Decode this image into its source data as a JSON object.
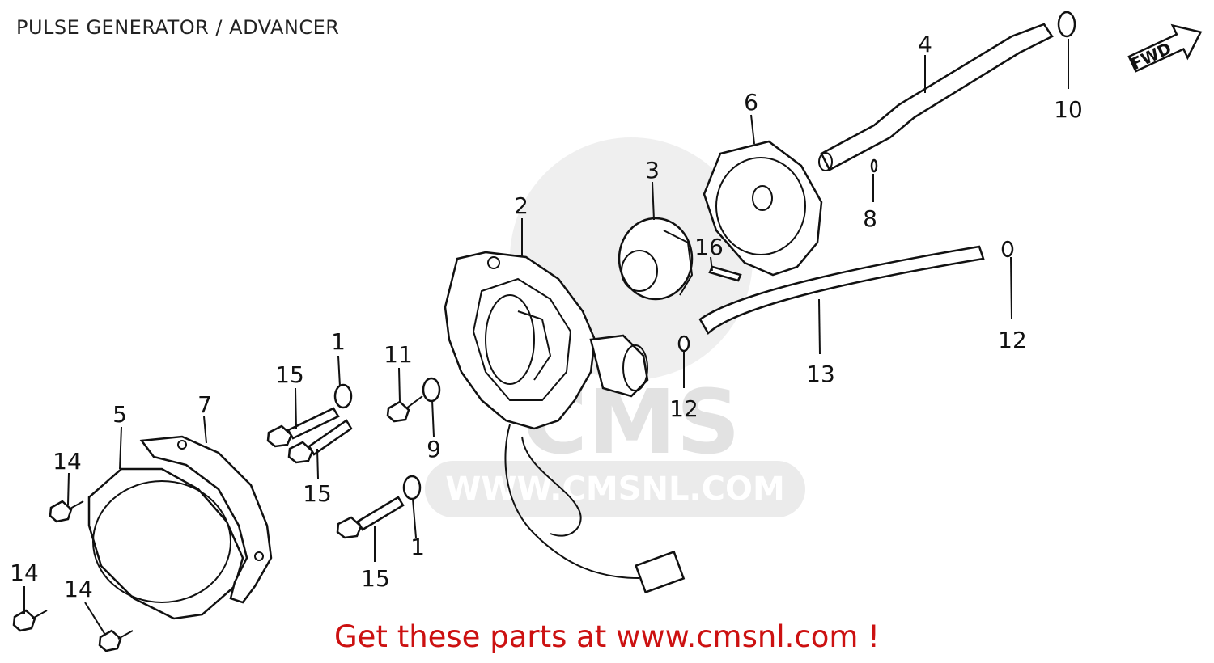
{
  "title": "PULSE GENERATOR / ADVANCER",
  "footer_text": "Get these parts at www.cmsnl.com !",
  "fwd_label": "FWD",
  "watermark": {
    "logo_text": "CMS",
    "url_text": "WWW.CMSNL.COM"
  },
  "callouts": [
    "1",
    "1",
    "2",
    "3",
    "4",
    "5",
    "6",
    "7",
    "8",
    "9",
    "10",
    "11",
    "12",
    "12",
    "13",
    "14",
    "14",
    "14",
    "15",
    "15",
    "15",
    "16"
  ],
  "colors": {
    "footer": "#cc1111",
    "line": "#111111",
    "watermark": "#d8d8d8"
  }
}
